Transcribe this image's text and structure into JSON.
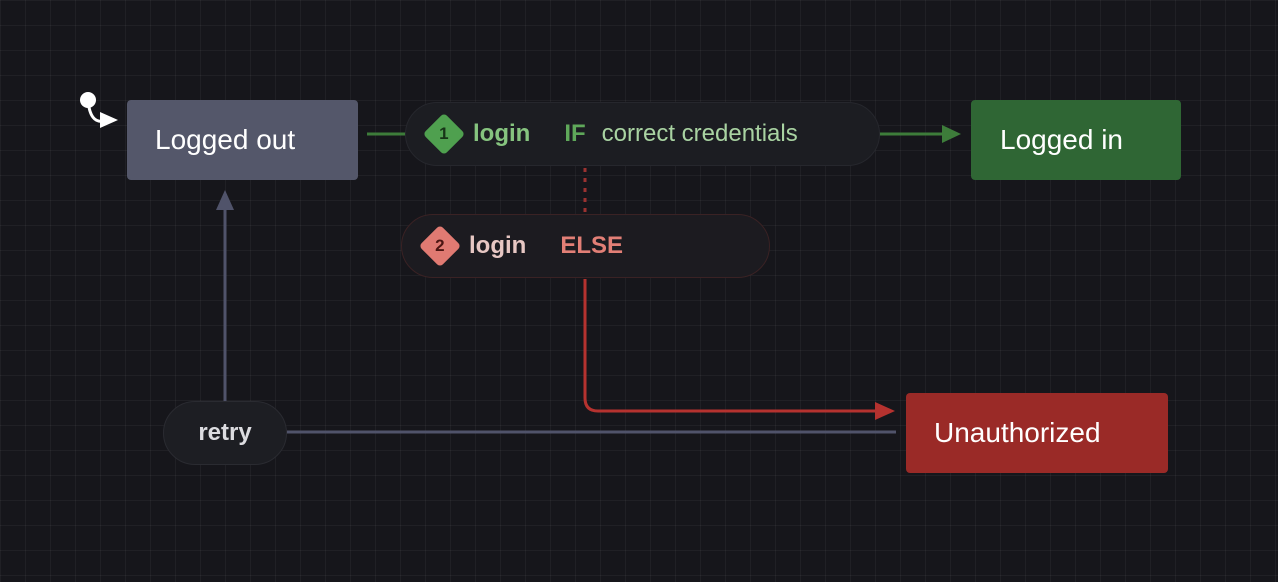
{
  "states": {
    "logged_out": "Logged out",
    "logged_in": "Logged in",
    "unauthorized": "Unauthorized"
  },
  "transitions": {
    "first": {
      "number": "1",
      "event": "login",
      "keyword": "IF",
      "condition": "correct credentials"
    },
    "second": {
      "number": "2",
      "event": "login",
      "keyword": "ELSE"
    },
    "retry": {
      "event": "retry"
    }
  },
  "colors": {
    "background": "#16161b",
    "state_default": "#54576a",
    "state_success": "#2f6634",
    "state_error": "#9a2a27",
    "edge_success": "#3d7c3a",
    "edge_error": "#c23a36",
    "edge_neutral": "#50536a"
  }
}
